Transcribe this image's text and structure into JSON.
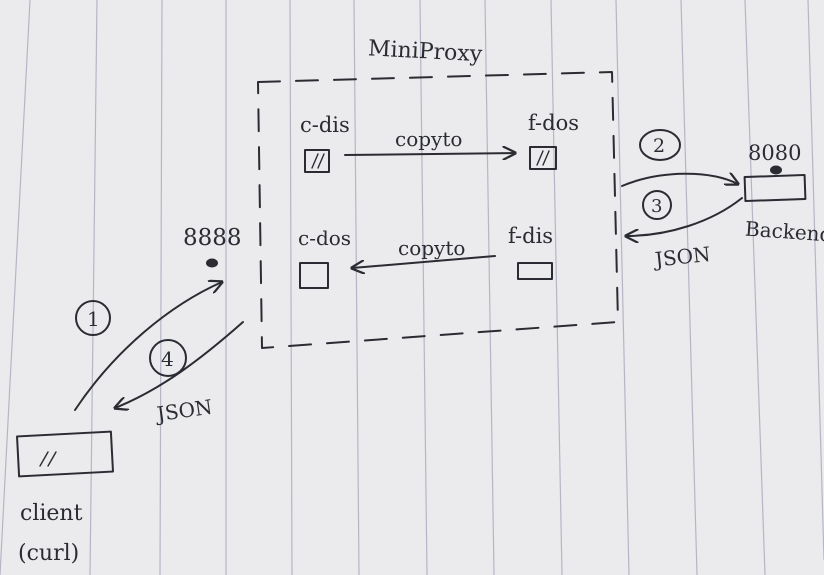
{
  "diagram": {
    "title": "MiniProxy",
    "proxy_port": "8888",
    "backend_port": "8080",
    "backend_label": "Backend",
    "client_label_line1": "client",
    "client_label_line2": "(curl)",
    "blocks": {
      "c_dis": "c-dis",
      "f_dos": "f-dos",
      "c_dos": "c-dos",
      "f_dis": "f-dis"
    },
    "arrows": {
      "copy_top": "copyto",
      "copy_bottom": "copyto",
      "json_backend": "JSON",
      "json_client": "JSON"
    },
    "steps": [
      "1",
      "2",
      "3",
      "4"
    ]
  },
  "colors": {
    "paper": "#ebebed",
    "ruled_line": "#b4b6c6",
    "ink": "#2b2c33"
  }
}
